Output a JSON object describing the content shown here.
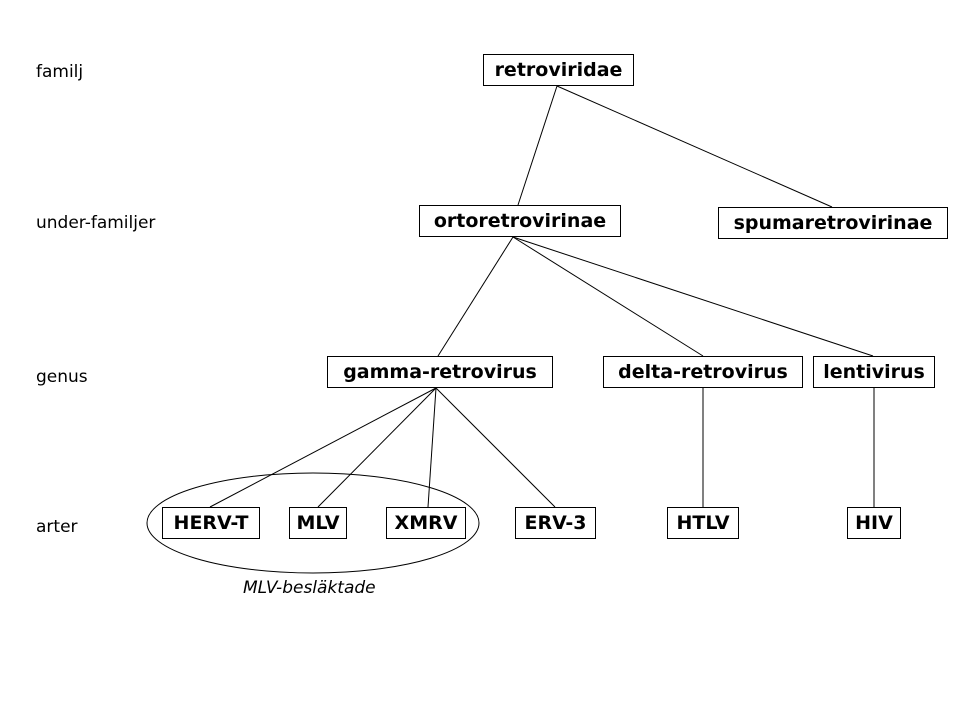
{
  "levels": {
    "familj": "familj",
    "underfamiljer": "under-familjer",
    "genus": "genus",
    "arter": "arter"
  },
  "nodes": {
    "retroviridae": "retroviridae",
    "ortoretrovirinae": "ortoretrovirinae",
    "spumaretrovirinae": "spumaretrovirinae",
    "gamma_retrovirus": "gamma-retrovirus",
    "delta_retrovirus": "delta-retrovirus",
    "lentivirus": "lentivirus",
    "herv_t": "HERV-T",
    "mlv": "MLV",
    "xmrv": "XMRV",
    "erv_3": "ERV-3",
    "htlv": "HTLV",
    "hiv": "HIV"
  },
  "group": {
    "caption": "MLV-besläktade"
  },
  "edges": [
    [
      "retroviridae",
      "ortoretrovirinae"
    ],
    [
      "retroviridae",
      "spumaretrovirinae"
    ],
    [
      "ortoretrovirinae",
      "gamma_retrovirus"
    ],
    [
      "ortoretrovirinae",
      "delta_retrovirus"
    ],
    [
      "ortoretrovirinae",
      "lentivirus"
    ],
    [
      "gamma_retrovirus",
      "herv_t"
    ],
    [
      "gamma_retrovirus",
      "mlv"
    ],
    [
      "gamma_retrovirus",
      "xmrv"
    ],
    [
      "gamma_retrovirus",
      "erv_3"
    ],
    [
      "delta_retrovirus",
      "htlv"
    ],
    [
      "lentivirus",
      "hiv"
    ]
  ]
}
